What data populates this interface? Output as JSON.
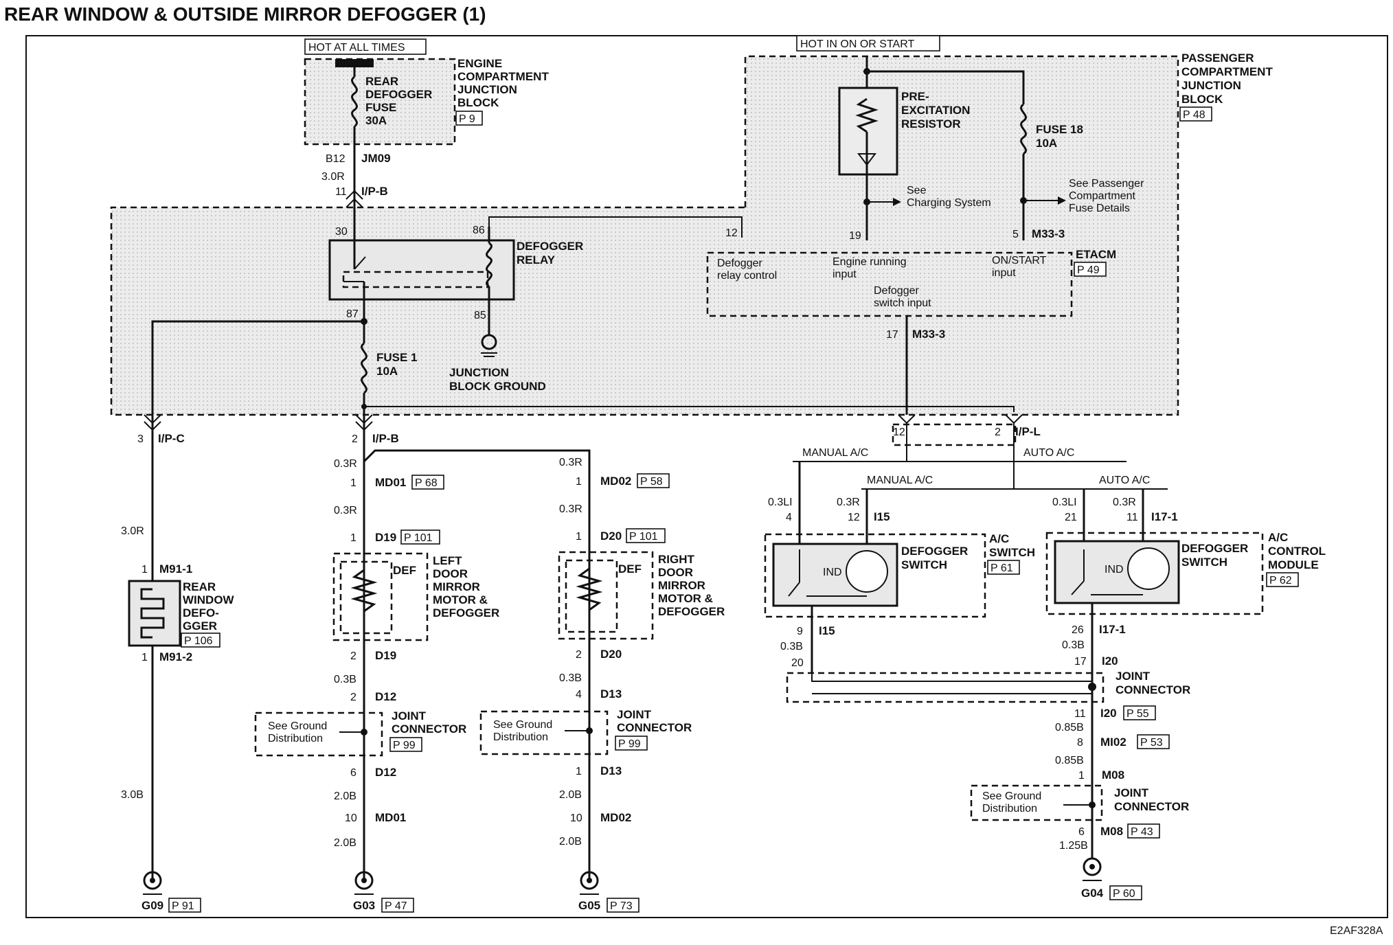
{
  "title": "REAR WINDOW & OUTSIDE MIRROR DEFOGGER (1)",
  "figure_id": "E2AF328A",
  "hot_at_all_times": "HOT AT ALL TIMES",
  "hot_in_on_start": "HOT IN ON OR START",
  "engine_block": {
    "l1": "ENGINE",
    "l2": "COMPARTMENT",
    "l3": "JUNCTION",
    "l4": "BLOCK",
    "page": "P 9",
    "fuse_l1": "REAR",
    "fuse_l2": "DEFOGGER",
    "fuse_l3": "FUSE",
    "fuse_l4": "30A",
    "term": "B12",
    "conn": "JM09",
    "wire": "3.0R",
    "pin": "11",
    "ipb": "I/P-B"
  },
  "passenger_block": {
    "l1": "PASSENGER",
    "l2": "COMPARTMENT",
    "l3": "JUNCTION",
    "l4": "BLOCK",
    "page": "P 48",
    "res_l1": "PRE-",
    "res_l2": "EXCITATION",
    "res_l3": "RESISTOR",
    "fuse_l1": "FUSE 18",
    "fuse_l2": "10A",
    "see_charge_l1": "See",
    "see_charge_l2": "Charging System",
    "see_pass_l1": "See Passenger",
    "see_pass_l2": "Compartment",
    "see_pass_l3": "Fuse Details"
  },
  "relay": {
    "l1": "DEFOGGER",
    "l2": "RELAY",
    "p30": "30",
    "p86": "86",
    "p87": "87",
    "p85": "85",
    "fuse_l1": "FUSE 1",
    "fuse_l2": "10A",
    "ground_l1": "JUNCTION",
    "ground_l2": "BLOCK GROUND"
  },
  "etacm": {
    "name": "ETACM",
    "page": "P 49",
    "p12": "12",
    "p19": "19",
    "p5": "5",
    "conn5": "M33-3",
    "in1_l1": "Defogger",
    "in1_l2": "relay control",
    "in2_l1": "Engine running",
    "in2_l2": "input",
    "in3_l1": "ON/START",
    "in3_l2": "input",
    "in4_l1": "Defogger",
    "in4_l2": "switch input",
    "p17": "17",
    "conn17": "M33-3"
  },
  "ipc": {
    "pin": "3",
    "conn": "I/P-C"
  },
  "ipb2": {
    "pin": "2",
    "conn": "I/P-B"
  },
  "ipl": {
    "p12": "12",
    "p2": "2",
    "conn": "I/P-L"
  },
  "rear_defogger": {
    "wire": "3.0R",
    "pin1": "1",
    "conn1": "M91-1",
    "l1": "REAR",
    "l2": "WINDOW",
    "l3": "DEFO-",
    "l4": "GGER",
    "page": "P 106",
    "pin2": "1",
    "conn2": "M91-2",
    "wire2": "3.0B",
    "gnd": "G09",
    "gnd_page": "P 91"
  },
  "left_mirror": {
    "w1": "0.3R",
    "md_pin": "1",
    "md": "MD01",
    "md_page": "P 68",
    "w2": "0.3R",
    "d_pin": "1",
    "d": "D19",
    "d_page": "P 101",
    "def": "DEF",
    "l1": "LEFT",
    "l2": "DOOR",
    "l3": "MIRROR",
    "l4": "MOTOR &",
    "l5": "DEFOGGER",
    "p2": "2",
    "d2": "D19",
    "w3": "0.3B",
    "jc_pin": "2",
    "jc": "D12",
    "see_l1": "See Ground",
    "see_l2": "Distribution",
    "jc_l1": "JOINT",
    "jc_l2": "CONNECTOR",
    "jc_page": "P 99",
    "p6": "6",
    "d12b": "D12",
    "w4": "2.0B",
    "p10": "10",
    "md2": "MD01",
    "w5": "2.0B",
    "gnd": "G03",
    "gnd_page": "P 47"
  },
  "right_mirror": {
    "w1": "0.3R",
    "md_pin": "1",
    "md": "MD02",
    "md_page": "P 58",
    "w2": "0.3R",
    "d_pin": "1",
    "d": "D20",
    "d_page": "P 101",
    "def": "DEF",
    "l1": "RIGHT",
    "l2": "DOOR",
    "l3": "MIRROR",
    "l4": "MOTOR &",
    "l5": "DEFOGGER",
    "p2": "2",
    "d2": "D20",
    "w3": "0.3B",
    "jc_pin": "4",
    "jc": "D13",
    "see_l1": "See Ground",
    "see_l2": "Distribution",
    "jc_l1": "JOINT",
    "jc_l2": "CONNECTOR",
    "jc_page": "P 99",
    "p1": "1",
    "d13b": "D13",
    "w4": "2.0B",
    "p10": "10",
    "md2": "MD02",
    "w5": "2.0B",
    "gnd": "G05",
    "gnd_page": "P 73"
  },
  "ac_switch": {
    "manual": "MANUAL A/C",
    "manual2": "MANUAL A/C",
    "w1": "0.3LI",
    "p4": "4",
    "w2": "0.3R",
    "p12": "12",
    "conn": "I15",
    "ind": "IND",
    "sw_l1": "DEFOGGER",
    "sw_l2": "SWITCH",
    "l1": "A/C",
    "l2": "SWITCH",
    "page": "P 61",
    "p9": "9",
    "conn2": "I15",
    "w3": "0.3B",
    "p20": "20"
  },
  "ac_module": {
    "auto": "AUTO A/C",
    "auto2": "AUTO A/C",
    "w1": "0.3LI",
    "p21": "21",
    "w2": "0.3R",
    "p11": "11",
    "conn": "I17-1",
    "ind": "IND",
    "sw_l1": "DEFOGGER",
    "sw_l2": "SWITCH",
    "l1": "A/C",
    "l2": "CONTROL",
    "l3": "MODULE",
    "page": "P 62",
    "p26": "26",
    "conn2": "I17-1",
    "w3": "0.3B",
    "p17": "17",
    "i20": "I20"
  },
  "joint_ac": {
    "l1": "JOINT",
    "l2": "CONNECTOR",
    "p11": "11",
    "i20": "I20",
    "i20_page": "P 55",
    "w1": "0.85B",
    "p8": "8",
    "mi02": "MI02",
    "mi02_page": "P 53",
    "w2": "0.85B",
    "p1": "1",
    "m08": "M08",
    "see_l1": "See Ground",
    "see_l2": "Distribution",
    "jc_l1": "JOINT",
    "jc_l2": "CONNECTOR",
    "p6": "6",
    "m08b": "M08",
    "m08_page": "P 43",
    "w3": "1.25B",
    "gnd": "G04",
    "gnd_page": "P 60"
  }
}
